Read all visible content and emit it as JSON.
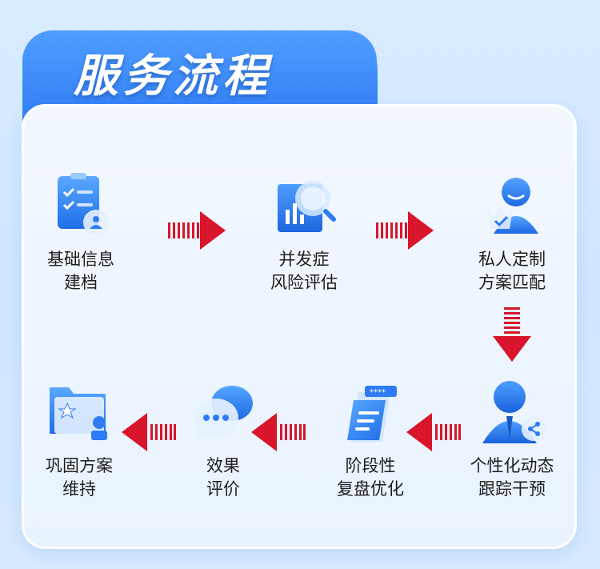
{
  "title": "服务流程",
  "steps": [
    {
      "label": "基础信息\n建档",
      "icon": "clipboard-checklist-icon"
    },
    {
      "label": "并发症\n风险评估",
      "icon": "chart-magnifier-icon"
    },
    {
      "label": "私人定制\n方案匹配",
      "icon": "user-crown-icon"
    },
    {
      "label": "个性化动态\n跟踪干预",
      "icon": "user-network-icon"
    },
    {
      "label": "阶段性\n复盘优化",
      "icon": "document-stack-icon"
    },
    {
      "label": "效果\n评价",
      "icon": "chat-bubbles-icon"
    },
    {
      "label": "巩固方案\n维持",
      "icon": "folder-badge-icon"
    }
  ],
  "colors": {
    "accent": "#2e7bf5",
    "arrow": "#d9152b",
    "text": "#1f1f1f"
  }
}
